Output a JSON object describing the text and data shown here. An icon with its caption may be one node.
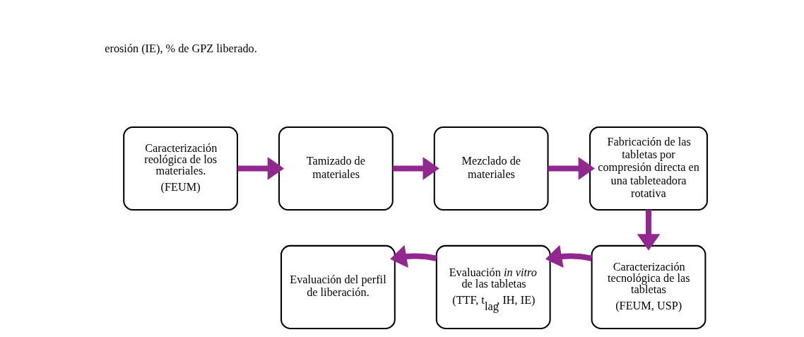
{
  "diagram": {
    "nodes": [
      {
        "text": [
          "Caracterización reológica de los materiales.",
          "(FEUM)"
        ]
      },
      {
        "text": [
          "Tamizado de materiales"
        ]
      },
      {
        "text": [
          "Mezclado de materiales"
        ]
      },
      {
        "text": [
          "Fabricación de las tabletas por compresión directa en una tableteadora rotativa"
        ]
      },
      {
        "text": [
          "Caracterización tecnológica de las tabletas",
          "(FEUM, USP)"
        ]
      },
      {
        "text": [
          "Evaluación *in vitro* de las tabletas",
          "(TTF, t$_{lag}$, IH, IE)"
        ]
      },
      {
        "text": [
          "Evaluación del perfil de liberación."
        ]
      }
    ],
    "edges": [
      {
        "from": 0,
        "to": 1,
        "arrow": "to"
      },
      {
        "from": 1,
        "to": 2,
        "arrow": "to"
      },
      {
        "from": 2,
        "to": 3,
        "arrow": "to"
      },
      {
        "from": 3,
        "to": 4,
        "arrow": "to"
      },
      {
        "from": 4,
        "to": 5,
        "arrow": "to"
      },
      {
        "from": 5,
        "to": 6,
        "arrow": "to"
      }
    ],
    "labels": [
      "erosión (IE), % de GPZ liberado."
    ]
  }
}
